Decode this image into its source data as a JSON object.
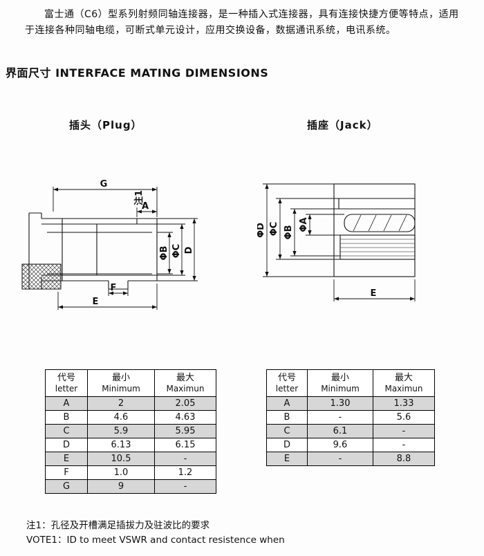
{
  "colors": {
    "background": "#fdfdfd",
    "text": "#111111",
    "row_shade": "#d7d7d7",
    "line": "#111111"
  },
  "intro": "富士通（C6）型系列射频同轴连接器，是一种插入式连接器，具有连接快捷方便等特点，适用于连接各种同轴电缆，可断式单元设计，应用交换设备，数据通讯系统，电讯系统。",
  "section_title": "界面尺寸 INTERFACE MATING DIMENSIONS",
  "plug": {
    "title": "插头（Plug）",
    "labels": {
      "g": "G",
      "note1": "注1",
      "a": "A",
      "phi_b": "ΦB",
      "phi_c": "ΦC",
      "d": "D",
      "f": "F",
      "e": "E"
    },
    "table": {
      "headers": {
        "c1a": "代号",
        "c1b": "letter",
        "c2a": "最小",
        "c2b": "Minimum",
        "c3a": "最大",
        "c3b": "Maximun"
      },
      "rows": [
        {
          "letter": "A",
          "min": "2",
          "max": "2.05"
        },
        {
          "letter": "B",
          "min": "4.6",
          "max": "4.63"
        },
        {
          "letter": "C",
          "min": "5.9",
          "max": "5.95"
        },
        {
          "letter": "D",
          "min": "6.13",
          "max": "6.15"
        },
        {
          "letter": "E",
          "min": "10.5",
          "max": "-"
        },
        {
          "letter": "F",
          "min": "1.0",
          "max": "1.2"
        },
        {
          "letter": "G",
          "min": "9",
          "max": "-"
        }
      ]
    }
  },
  "jack": {
    "title": "插座（Jack）",
    "labels": {
      "phi_d": "ΦD",
      "phi_c": "ΦC",
      "phi_b": "ΦB",
      "phi_a": "ΦA",
      "e": "E"
    },
    "table": {
      "headers": {
        "c1a": "代号",
        "c1b": "letter",
        "c2a": "最小",
        "c2b": "Minimum",
        "c3a": "最大",
        "c3b": "Maximun"
      },
      "rows": [
        {
          "letter": "A",
          "min": "1.30",
          "max": "1.33"
        },
        {
          "letter": "B",
          "min": "-",
          "max": "5.6"
        },
        {
          "letter": "C",
          "min": "6.1",
          "max": "-"
        },
        {
          "letter": "D",
          "min": "9.6",
          "max": "-"
        },
        {
          "letter": "E",
          "min": "-",
          "max": "8.8"
        }
      ]
    }
  },
  "notes": {
    "zh": "注1：孔径及开槽满足插拔力及驻波比的要求",
    "en": "VOTE1：ID to meet VSWR and contact resistence when"
  }
}
